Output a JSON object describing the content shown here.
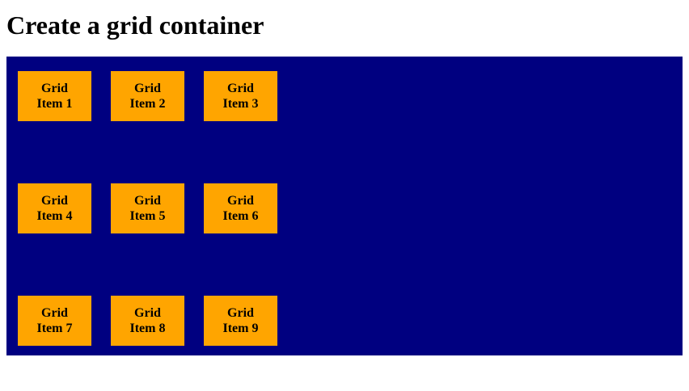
{
  "page": {
    "title": "Create a grid container",
    "background_color": "#FFFFFF"
  },
  "grid": {
    "columns": 3,
    "rows": 3,
    "container_color": "#000080",
    "item_color": "#FFA500",
    "item_text_color": "#000000",
    "items": [
      {
        "label": "Grid\nItem 1"
      },
      {
        "label": "Grid\nItem 2"
      },
      {
        "label": "Grid\nItem 3"
      },
      {
        "label": "Grid\nItem 4"
      },
      {
        "label": "Grid\nItem 5"
      },
      {
        "label": "Grid\nItem 6"
      },
      {
        "label": "Grid\nItem 7"
      },
      {
        "label": "Grid\nItem 8"
      },
      {
        "label": "Grid\nItem 9"
      }
    ]
  }
}
